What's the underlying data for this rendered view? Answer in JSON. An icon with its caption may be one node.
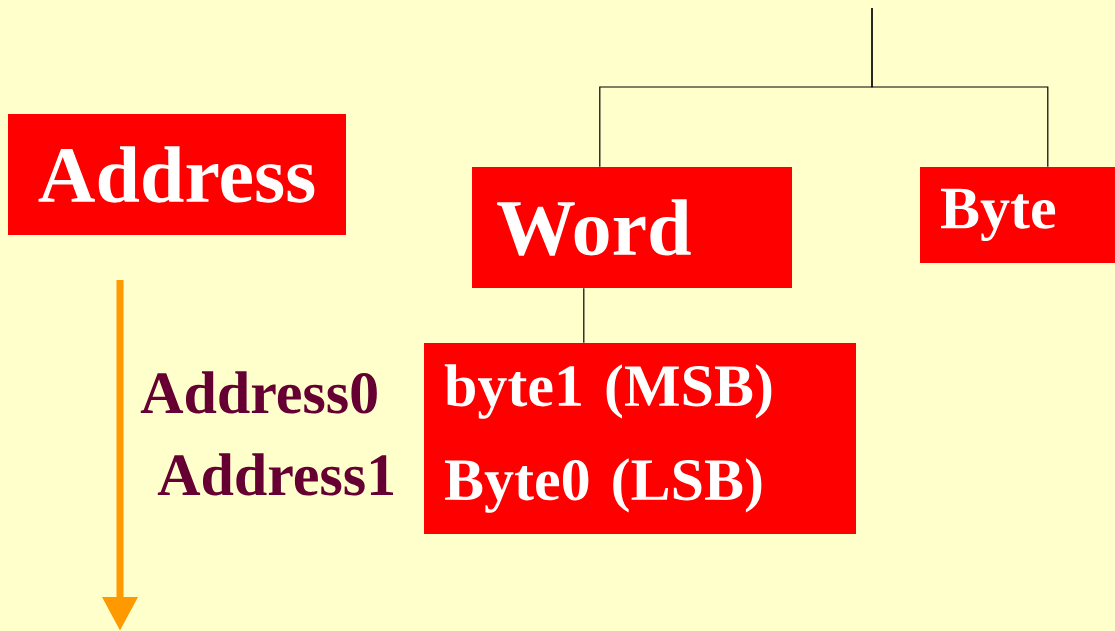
{
  "diagram": {
    "nodes": [
      {
        "text": [
          "Address"
        ]
      },
      {
        "text": [
          "Word"
        ]
      },
      {
        "text": [
          "Byte"
        ]
      },
      {
        "text": [
          "byte1 (MSB)",
          "Byte0 (LSB)"
        ]
      }
    ],
    "edges": [
      {
        "from": null,
        "to": 1,
        "arrow": "none"
      },
      {
        "from": null,
        "to": 2,
        "arrow": "none"
      },
      {
        "from": 1,
        "to": 3,
        "arrow": "none"
      }
    ],
    "labels": [
      "Address0",
      "Address1"
    ]
  }
}
